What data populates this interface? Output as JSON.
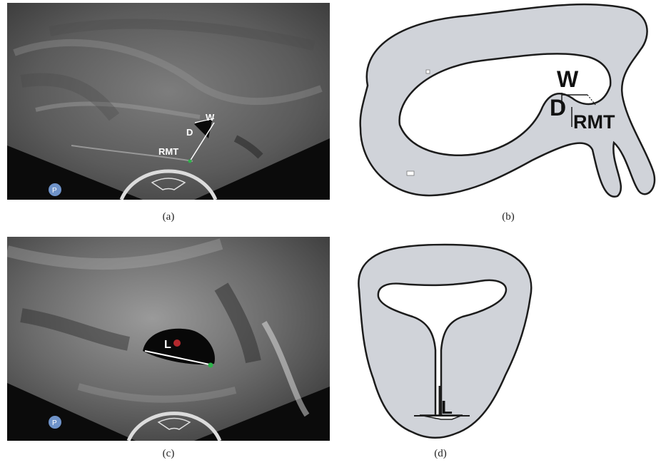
{
  "panels": [
    {
      "id": "a",
      "caption": "(a)",
      "labels": {
        "w": "W",
        "d": "D",
        "rmt": "RMT",
        "probe": "P"
      }
    },
    {
      "id": "b",
      "caption": "(b)",
      "labels": {
        "w": "W",
        "d": "D",
        "rmt": "RMT"
      }
    },
    {
      "id": "c",
      "caption": "(c)",
      "labels": {
        "l": "L",
        "probe": "P"
      }
    },
    {
      "id": "d",
      "caption": "(d)",
      "labels": {
        "l": "L"
      }
    }
  ],
  "colors": {
    "tissue_fill": "#d0d3d9",
    "outline": "#1c1c1c",
    "cavity": "#ffffff",
    "ultrasound_bg": "#0b0b0b",
    "marker_red": "#b3282d",
    "marker_green": "#2db34a",
    "probe_badge": "#6f93c9"
  }
}
